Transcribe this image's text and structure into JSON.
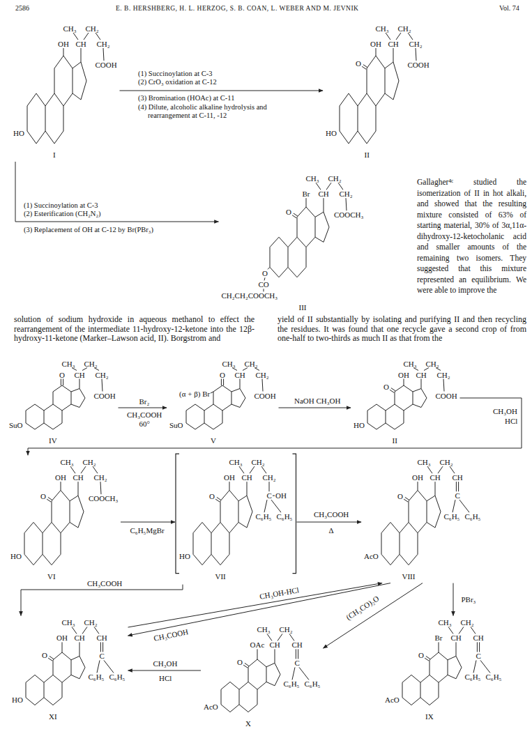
{
  "diagram": {
    "nodes": [
      {
        "text": [
          "CH₃",
          "CH₂",
          "OH",
          "CH",
          "CH₂",
          "COOH",
          "HO",
          "I"
        ]
      },
      {
        "text": [
          "CH₃",
          "CH₂",
          "OH",
          "CH",
          "CH₂",
          "O",
          "COOH",
          "HO",
          "II"
        ]
      },
      {
        "text": [
          "CH₃",
          "CH₂",
          "Br",
          "CH",
          "CH₂",
          "O",
          "COOCH₃",
          "O",
          "CO",
          "CH₂CH₂COOCH₃",
          "III"
        ]
      },
      {
        "text": [
          "CH₃",
          "CH₂",
          "O",
          "CH",
          "CH₂",
          "COOH",
          "SuO",
          "IV"
        ]
      },
      {
        "text": [
          "CH₃",
          "CH₂",
          "O",
          "CH",
          "CH₂",
          "(α + β) Br",
          "COOH",
          "SuO",
          "V"
        ]
      },
      {
        "text": [
          "CH₃",
          "CH₂",
          "OH",
          "CH",
          "CH₂",
          "O",
          "COOH",
          "HO",
          "II"
        ]
      },
      {
        "text": [
          "CH₃",
          "CH₂",
          "OH",
          "CH",
          "CH₂",
          "O",
          "COOCH₃",
          "HO",
          "VI"
        ]
      },
      {
        "text": [
          "CH₃",
          "CH₂",
          "OH",
          "CH",
          "CH₂",
          "O",
          "C",
          "OH",
          "C₆H₅",
          "C₆H₅",
          "HO",
          "VII"
        ]
      },
      {
        "text": [
          "CH₃",
          "CH₂",
          "OH",
          "CH",
          "CH",
          "O",
          "C",
          "C₆H₅",
          "C₆H₅",
          "AcO",
          "VIII"
        ]
      },
      {
        "text": [
          "CH₃",
          "CH₂",
          "OH",
          "CH",
          "CH",
          "O",
          "C",
          "C₆H₅",
          "C₆H₅",
          "HO",
          "XI"
        ]
      },
      {
        "text": [
          "CH₃",
          "CH₂",
          "OAc",
          "CH",
          "CH",
          "O",
          "C",
          "C₆H₅",
          "C₆H₅",
          "AcO",
          "X"
        ]
      },
      {
        "text": [
          "CH₃",
          "CH₂",
          "Br",
          "CH",
          "CH",
          "O",
          "C",
          "C₆H₅",
          "C₆H₅",
          "AcO",
          "IX"
        ]
      }
    ],
    "edges": [
      {
        "from": 0,
        "to": 1,
        "arrow": "to"
      },
      {
        "from": 0,
        "to": 2,
        "arrow": "to"
      },
      {
        "from": 3,
        "to": 4,
        "arrow": "to"
      },
      {
        "from": 4,
        "to": 5,
        "label": "NaOH CH₃OH",
        "arrow": "to"
      },
      {
        "from": 5,
        "to": 6,
        "arrow": "to"
      },
      {
        "from": 6,
        "to": 7,
        "label": "C₆H₅MgBr",
        "arrow": "to"
      },
      {
        "from": 7,
        "to": 8,
        "arrow": "to"
      },
      {
        "from": 7,
        "to": 9,
        "label": "CH₃COOH",
        "arrow": "to"
      },
      {
        "from": 9,
        "to": 8,
        "label": "CH₃OH-HCl",
        "arrow": "to"
      },
      {
        "from": 8,
        "to": 9,
        "label": "CH₃COOH",
        "arrow": "to"
      },
      {
        "from": 8,
        "to": 10,
        "label": "(CH₃CO)₂O",
        "arrow": "to"
      },
      {
        "from": 8,
        "to": 11,
        "label": "PBr₃",
        "arrow": "to"
      },
      {
        "from": 10,
        "to": 9,
        "arrow": "to"
      }
    ],
    "labels": [
      "2586",
      "E. B. HERSHBERG, H. L. HERZOG, S. B. COAN, L. WEBER AND M. JEVNIK",
      "Vol. 74",
      "(1) Succinoylation at C-3",
      "(2) CrO₃ oxidation at C-12",
      "(3) Bromination (HOAc) at C-11",
      "(4) Dilute, alcoholic alkaline hydrolysis and rearrangement at C-11, -12",
      "(1) Succinoylation at C-3",
      "(2) Esterification (CH₂N₂)",
      "(3) Replacement of OH at C-12 by Br(PBr₃)",
      "Gallagher⁴ᶜ studied the isomerization of II in hot alkali, and showed that the resulting mixture consisted of 63% of starting material, 30% of 3α,11α-dihydroxy-12-ketocholanic acid and smaller amounts of the remaining two isomers. They suggested that this mixture represented an equilibrium. We were able to improve the",
      "solution of sodium hydroxide in aqueous methanol to effect the rearrangement of the intermediate 11-hydroxy-12-ketone into the 12β-hydroxy-11-ketone (Marker–Lawson acid, II). Borgstrom and",
      "yield of II substantially by isolating and purifying II and then recycling the residues. It was found that one recycle gave a second crop of from one-half to two-thirds as much II as that from the",
      "Br₂",
      "CH₃COOH",
      "60°",
      "CH₃OH",
      "HCl",
      "CH₃COOH",
      "Δ",
      "CH₃OH",
      "HCl"
    ]
  }
}
